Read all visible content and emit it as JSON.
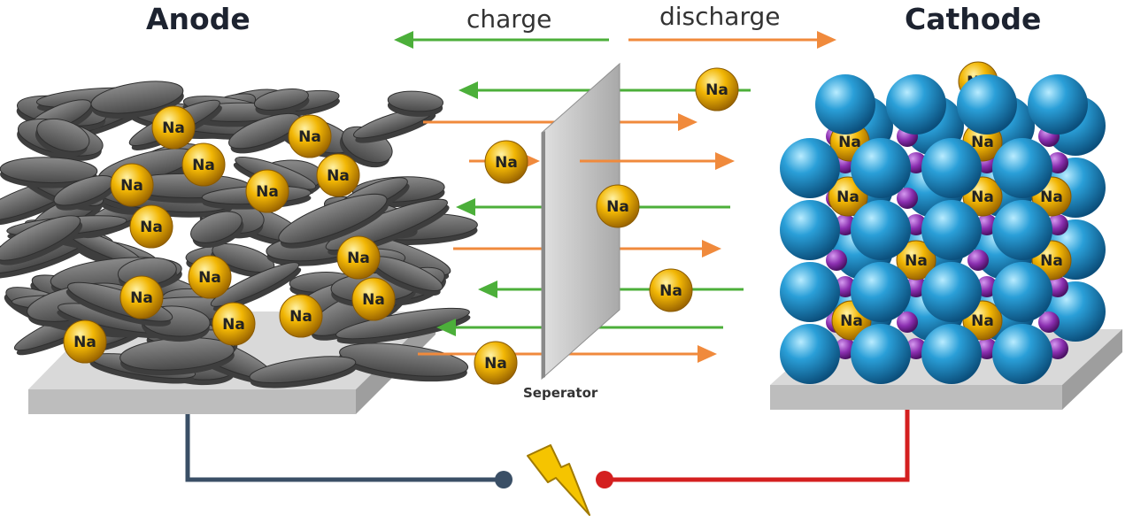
{
  "labels": {
    "anode": "Anode",
    "cathode": "Cathode",
    "charge": "charge",
    "discharge": "discharge",
    "separator": "Seperator",
    "ion": "Na"
  },
  "colors": {
    "charge_arrow": "#4caf3a",
    "discharge_arrow": "#f08a3c",
    "sodium": "#f2b705",
    "cathode_sphere": "#2a9fd8",
    "cathode_small": "#8b2fb0",
    "anode_flake": "#5b5b5b",
    "anode_wire": "#3a4f66",
    "cathode_wire": "#d41f1f",
    "separator": "#c4c4c4",
    "bolt": "#f5c400"
  },
  "icons": [
    "sodium-ion-icon",
    "lightning-bolt-icon",
    "load-terminal-icon"
  ]
}
